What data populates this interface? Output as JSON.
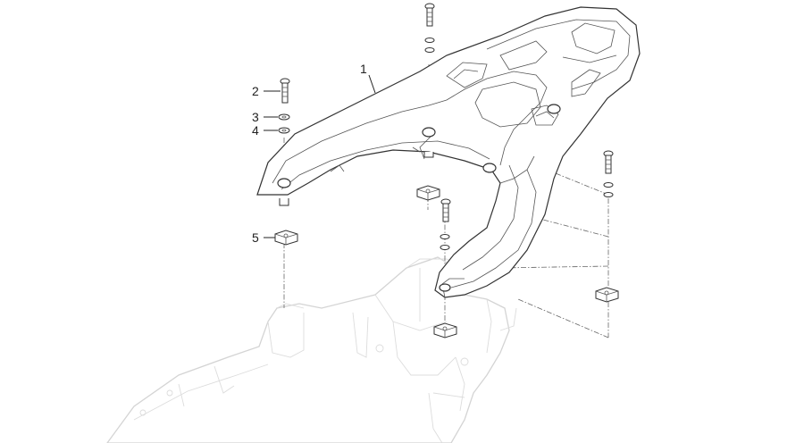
{
  "callouts": [
    {
      "id": "1",
      "label": "1"
    },
    {
      "id": "2",
      "label": "2"
    },
    {
      "id": "3",
      "label": "3"
    },
    {
      "id": "4",
      "label": "4"
    },
    {
      "id": "5",
      "label": "5"
    }
  ],
  "colors": {
    "line": "#222222",
    "part": "#333333",
    "ghost": "#d4d4d4",
    "background": "#ffffff"
  }
}
